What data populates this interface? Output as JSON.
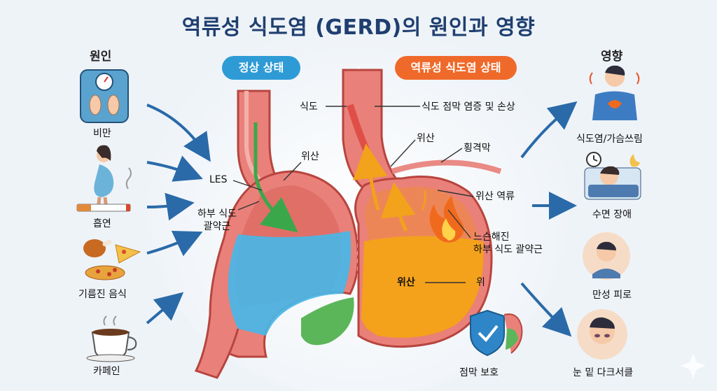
{
  "title": "역류성 식도염 (GERD)의 원인과 영향",
  "causes": {
    "heading": "원인",
    "items": [
      {
        "label": "비만",
        "icon": "scale-icon"
      },
      {
        "label": "흡연",
        "icon": "cigarette-icon"
      },
      {
        "label": "기름진 음식",
        "icon": "fatty-food-icon"
      },
      {
        "label": "카페인",
        "icon": "coffee-cup-icon"
      }
    ]
  },
  "effects": {
    "heading": "영향",
    "items": [
      {
        "label": "식도염/가슴쓰림",
        "icon": "heartburn-icon"
      },
      {
        "label": "수면 장애",
        "icon": "sleep-disorder-icon"
      },
      {
        "label": "만성 피로",
        "icon": "fatigue-icon"
      },
      {
        "label": "눈 밑 다크서클",
        "icon": "dark-circles-icon"
      }
    ]
  },
  "normal": {
    "badge": "정상 상태",
    "les": "LES",
    "les_full_1": "하부 식도",
    "les_full_2": "괄약근",
    "acid": "위산"
  },
  "gerd": {
    "badge": "역류성 식도염 상태",
    "esophagus": "식도",
    "damage": "식도 점막 염증 및 손상",
    "acid_top": "위산",
    "diaphragm": "횡격막",
    "reflux": "위산 역류",
    "loose_1": "느슨해진",
    "loose_2": "하부 식도 괄약근",
    "acid_bottom": "위산",
    "stomach": "위"
  },
  "protect": {
    "label": "점막 보호",
    "icon": "shield-check-icon"
  },
  "colors": {
    "title": "#1f3f70",
    "normal_badge": "#2e9bd6",
    "gerd_badge": "#ef6a2a",
    "arrow": "#2a6aa8",
    "tissue": "#e8766e",
    "acid_normal": "#49b6e6",
    "acid_gerd": "#f4a21b"
  }
}
